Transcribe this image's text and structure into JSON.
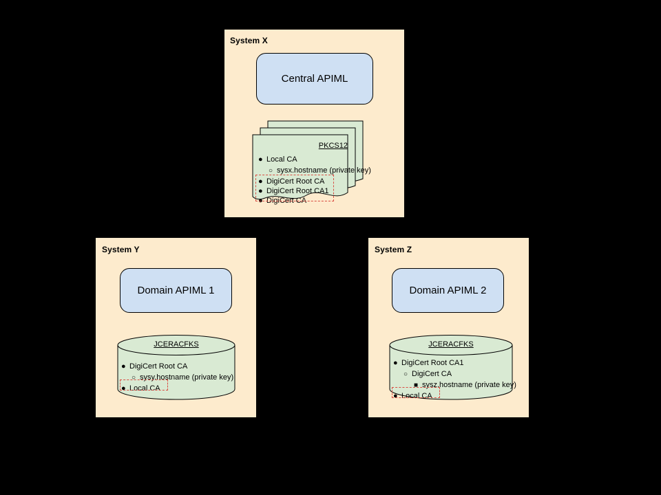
{
  "diagram": {
    "title": "APIML multi-system certificate topology",
    "background_color": "#000000",
    "colors": {
      "system_fill": "#fdebcd",
      "apiml_fill": "#cfe0f3",
      "keystore_fill": "#d9ead3",
      "stroke": "#000000",
      "highlight": "#d94c42"
    }
  },
  "systems": [
    {
      "id": "system-x",
      "label": "System X",
      "node": {
        "label": "Central APIML"
      },
      "store": {
        "kind": "pkcs12-document-stack",
        "label": "PKCS12",
        "entries": [
          {
            "level": 0,
            "marker": "filled-circle",
            "text": "Local CA"
          },
          {
            "level": 1,
            "marker": "hollow-circle",
            "text": "sysx.hostname (private key)"
          },
          {
            "level": 0,
            "marker": "filled-circle",
            "text": "DigiCert Root CA"
          },
          {
            "level": 0,
            "marker": "filled-circle",
            "text": "DigiCert Root CA1"
          },
          {
            "level": 0,
            "marker": "filled-circle",
            "text": "DigiCert CA"
          }
        ],
        "highlighted_entries": [
          "DigiCert Root CA",
          "DigiCert Root CA1",
          "DigiCert CA"
        ]
      }
    },
    {
      "id": "system-y",
      "label": "System Y",
      "node": {
        "label": "Domain APIML 1"
      },
      "store": {
        "kind": "cylinder-keystore",
        "label": "JCERACFKS",
        "entries": [
          {
            "level": 0,
            "marker": "filled-circle",
            "text": "DigiCert Root CA"
          },
          {
            "level": 1,
            "marker": "hollow-circle",
            "text": "sysy.hostname (private key)"
          },
          {
            "level": 0,
            "marker": "filled-circle",
            "text": "Local CA"
          }
        ],
        "highlighted_entries": [
          "Local CA"
        ]
      }
    },
    {
      "id": "system-z",
      "label": "System Z",
      "node": {
        "label": "Domain APIML 2"
      },
      "store": {
        "kind": "cylinder-keystore",
        "label": "JCERACFKS",
        "entries": [
          {
            "level": 0,
            "marker": "filled-circle",
            "text": "DigiCert Root CA1"
          },
          {
            "level": 1,
            "marker": "hollow-circle",
            "text": "DigiCert CA"
          },
          {
            "level": 2,
            "marker": "filled-square",
            "text": "sysz.hostname (private key)"
          },
          {
            "level": 0,
            "marker": "filled-circle",
            "text": "Local CA"
          }
        ],
        "highlighted_entries": [
          "Local CA"
        ]
      }
    }
  ],
  "connections": [
    {
      "id": "inbound-left-to-central",
      "from": "left-edge",
      "to": "Central APIML",
      "direction": "right"
    },
    {
      "id": "inbound-right-to-central",
      "from": "right-edge",
      "to": "Central APIML",
      "direction": "left"
    },
    {
      "id": "pkcs12-to-central",
      "from": "PKCS12",
      "to": "Central APIML",
      "direction": "up"
    },
    {
      "id": "central-to-domain1",
      "from": "Central APIML",
      "to": "Domain APIML 1",
      "direction": "down"
    },
    {
      "id": "central-to-domain2",
      "from": "Central APIML",
      "to": "Domain APIML 2",
      "direction": "down"
    },
    {
      "id": "keystore-y-to-domain1",
      "from": "JCERACFKS (System Y)",
      "to": "Domain APIML 1",
      "direction": "up"
    },
    {
      "id": "keystore-z-to-domain2",
      "from": "JCERACFKS (System Z)",
      "to": "Domain APIML 2",
      "direction": "up"
    }
  ]
}
